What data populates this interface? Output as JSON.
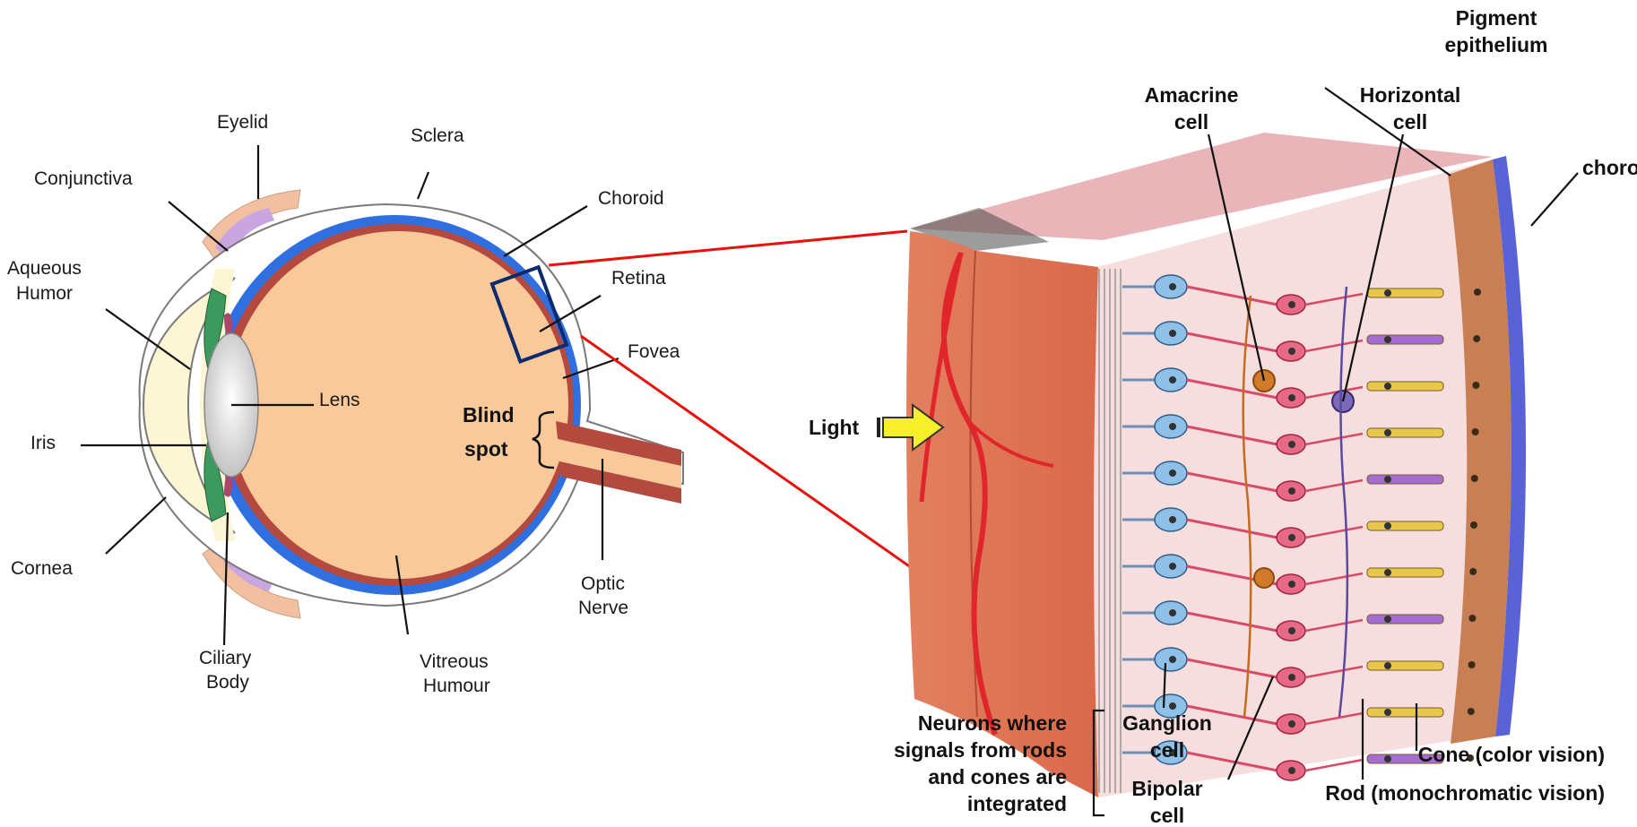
{
  "eye_labels": {
    "eyelid": "Eyelid",
    "sclera": "Sclera",
    "conjunctiva": "Conjunctiva",
    "choroid": "Choroid",
    "aqueous_1": "Aqueous",
    "aqueous_2": "Humor",
    "retina": "Retina",
    "fovea": "Fovea",
    "lens": "Lens",
    "blind_1": "Blind",
    "blind_2": "spot",
    "iris": "Iris",
    "cornea": "Cornea",
    "optic_1": "Optic",
    "optic_2": "Nerve",
    "ciliary_1": "Ciliary",
    "ciliary_2": "Body",
    "vitreous_1": "Vitreous",
    "vitreous_2": "Humour"
  },
  "retina_labels": {
    "pigment_1": "Pigment",
    "pigment_2": "epithelium",
    "amacrine_1": "Amacrine",
    "amacrine_2": "cell",
    "horizontal_1": "Horizontal",
    "horizontal_2": "cell",
    "choroid": "choroid",
    "light": "Light",
    "neurons_1": "Neurons where",
    "neurons_2": "signals from rods",
    "neurons_3": "and cones are",
    "neurons_4": "integrated",
    "ganglion_1": "Ganglion",
    "ganglion_2": "cell",
    "bipolar_1": "Bipolar",
    "bipolar_2": "cell",
    "cone": "Cone (color vision)",
    "rod": "Rod (monochromatic vision)"
  },
  "colors": {
    "vitreous": "#f9c99a",
    "sclera_blue": "#2f6fe0",
    "choroid_red": "#b44a3f",
    "iris_green": "#3c9a5f",
    "zoom_line": "#e8120c",
    "zoom_box": "#0d2a6e",
    "choroid_band": "#5a63d6",
    "light_arrow": "#f5f02a"
  }
}
